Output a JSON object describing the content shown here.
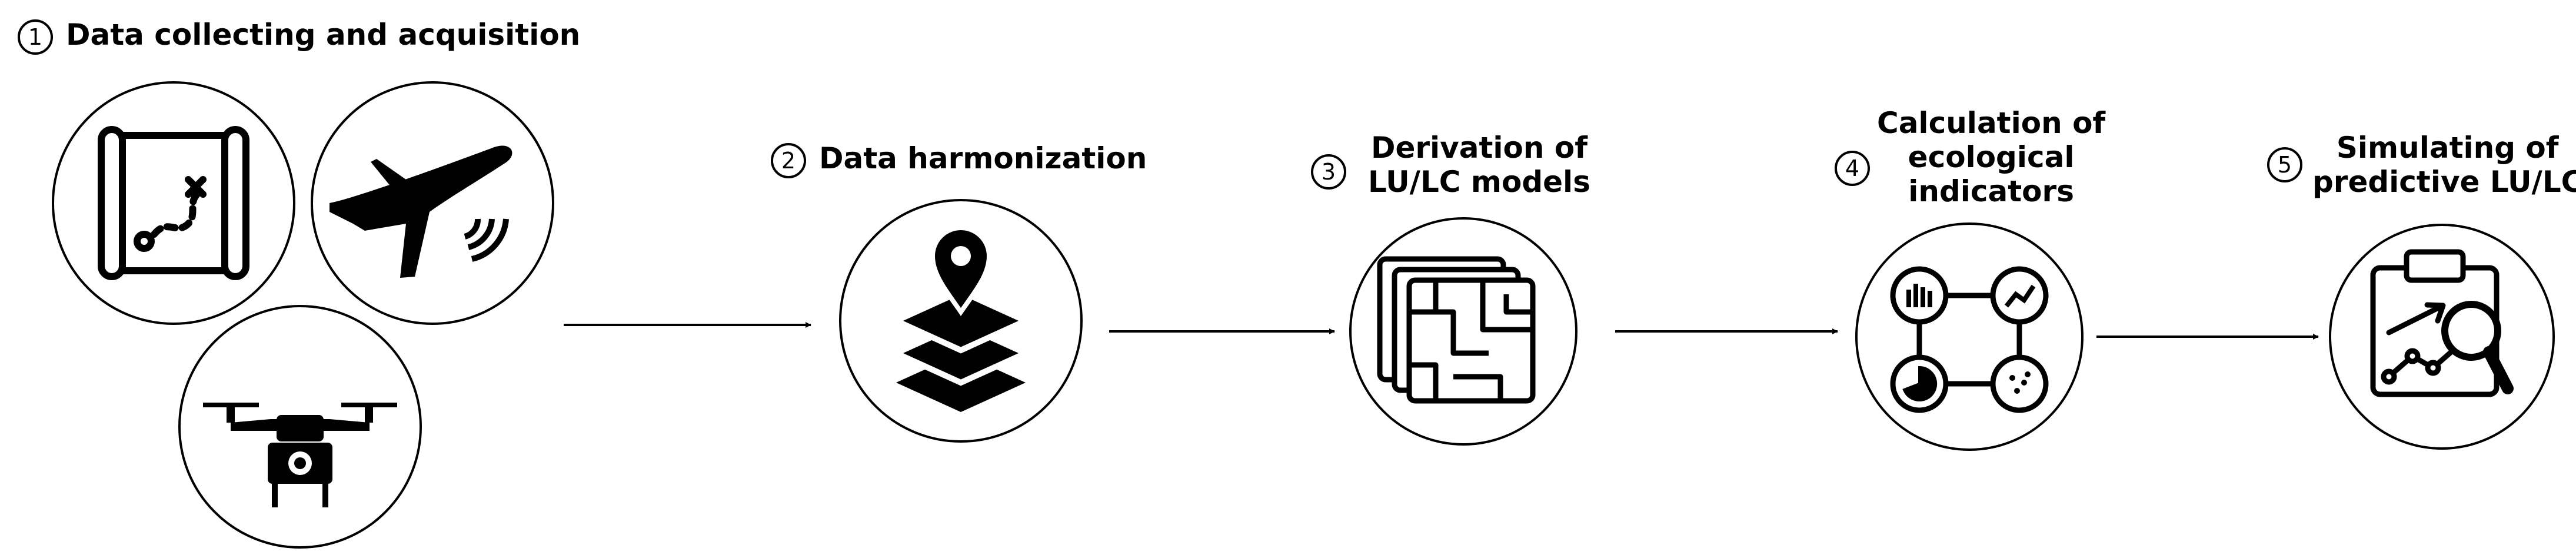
{
  "steps": [
    {
      "number": "1",
      "label": "Data collecting and acquisition"
    },
    {
      "number": "2",
      "label": "Data harmonization"
    },
    {
      "number": "3",
      "label_lines": [
        "Derivation of",
        "LU/LC models"
      ]
    },
    {
      "number": "4",
      "label_lines": [
        "Calculation of",
        "ecological",
        "indicators"
      ]
    },
    {
      "number": "5",
      "label_lines": [
        "Simulating of",
        "predictive LU/LC"
      ]
    }
  ],
  "icons": {
    "step1": [
      "treasure-map-icon",
      "airplane-signal-icon",
      "drone-camera-icon"
    ],
    "step2": "layers-location-pin-icon",
    "step3": "land-use-map-stack-icon",
    "step4": "ecological-indicators-charts-icon",
    "step5": "predictive-analysis-clipboard-icon"
  },
  "colors": {
    "stroke": "#000000",
    "background": "#ffffff"
  }
}
